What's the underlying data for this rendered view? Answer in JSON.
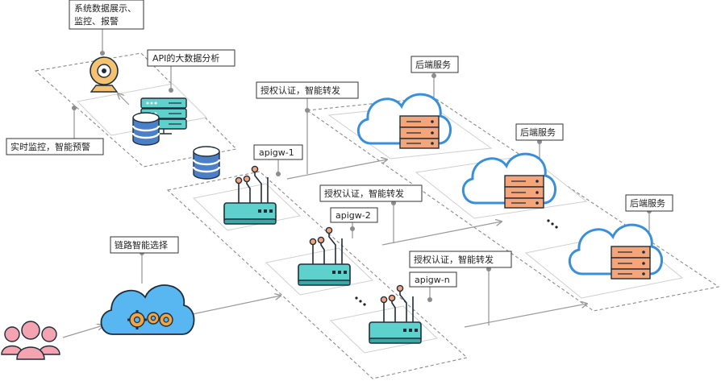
{
  "labels": {
    "system_display": "系统数据展示、\n监控、报警",
    "bigdata": "API的大数据分析",
    "realtime": "实时监控，智能预警",
    "auth1": "授权认证，智能转发",
    "auth2": "授权认证，智能转发",
    "auth3": "授权认证，智能转发",
    "gw1": "apigw-1",
    "gw2": "apigw-2",
    "gwn": "apigw-n",
    "backend1": "后端服务",
    "backend2": "后端服务",
    "backend3": "后端服务",
    "link_select": "链路智能选择"
  },
  "colors": {
    "router": "#5fd1cc",
    "server": "#f5a57a",
    "cloud_stroke": "#3b8fd8",
    "cloud_fill": "#ffffff",
    "user_cloud": "#58b6f0",
    "gear": "#f0a443",
    "db": "#4b80c8",
    "camera": "#f5c272",
    "people": "#f4a3b0"
  },
  "icons": [
    "camera-icon",
    "server-rack-icon",
    "database-icon",
    "router-icon",
    "cloud-icon",
    "gear-icon",
    "users-icon"
  ]
}
